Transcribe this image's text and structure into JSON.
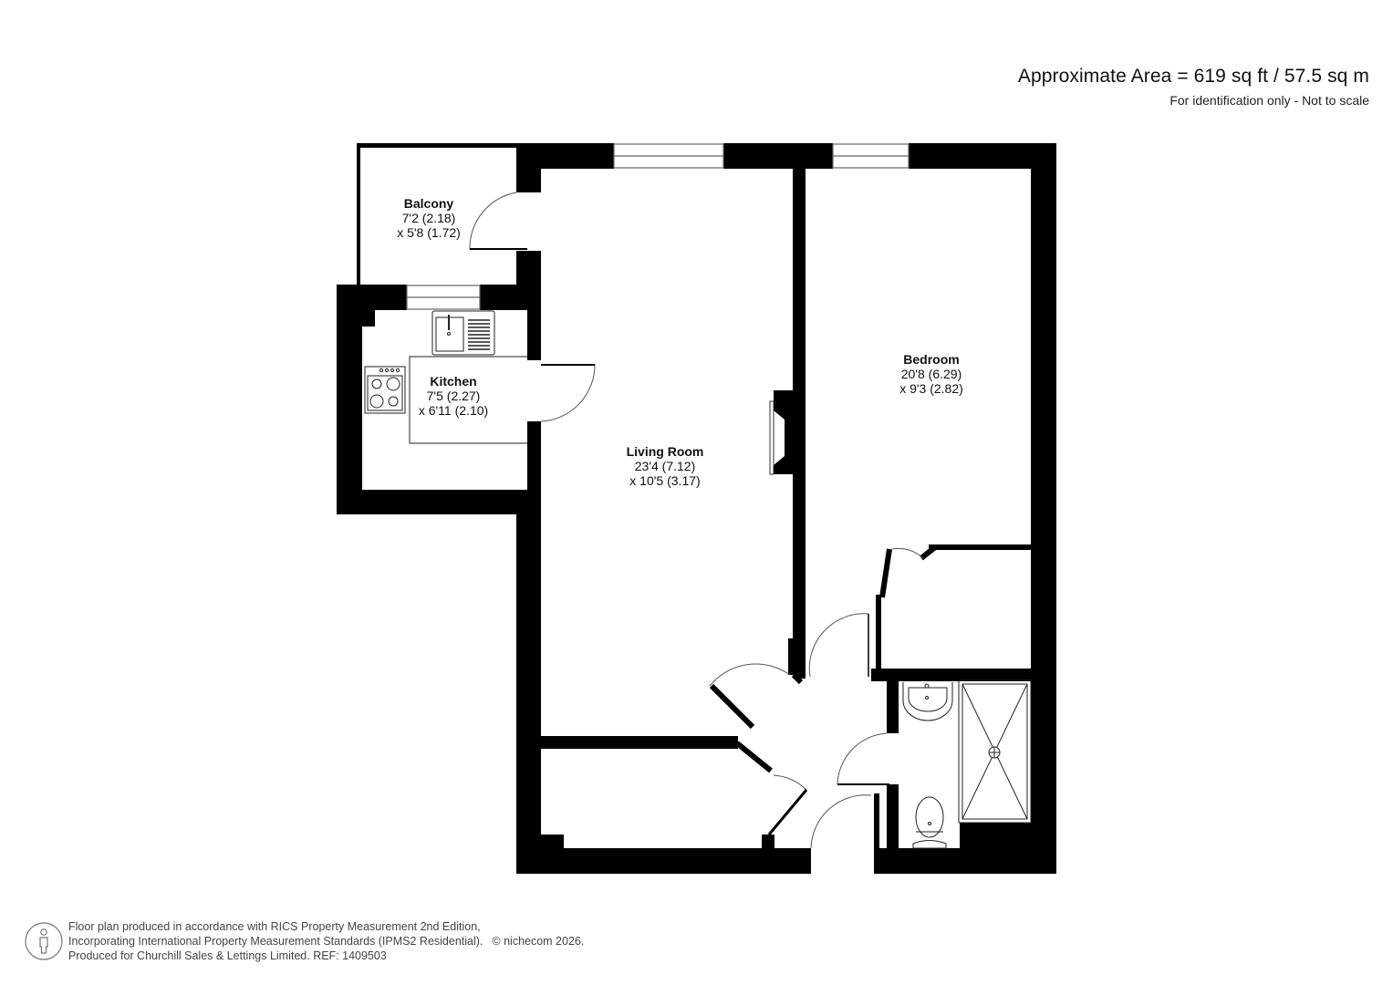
{
  "header": {
    "area": "Approximate Area = 619 sq ft / 57.5 sq m",
    "note": "For identification only - Not to scale"
  },
  "rooms": [
    {
      "name": "Balcony",
      "dim1": "7'2 (2.18)",
      "dim2": "x 5'8 (1.72)"
    },
    {
      "name": "Kitchen",
      "dim1": "7'5 (2.27)",
      "dim2": "x 6'11 (2.10)"
    },
    {
      "name": "Living Room",
      "dim1": "23'4 (7.12)",
      "dim2": "x 10'5 (3.17)"
    },
    {
      "name": "Bedroom",
      "dim1": "20'8 (6.29)",
      "dim2": "x 9'3 (2.82)"
    }
  ],
  "fixtures": [
    "sink-icon",
    "hob-icon",
    "basin-icon",
    "shower-tray-icon",
    "toilet-icon",
    "fireplace-icon"
  ],
  "footer": {
    "icon": "person-icon",
    "line1": "Floor plan produced in accordance with RICS Property Measurement 2nd Edition,",
    "line2": "Incorporating International Property Measurement Standards (IPMS2 Residential).",
    "copyright": "© nichecom 2026.",
    "line3": "Produced for Churchill Sales & Lettings Limited.   REF: 1409503"
  },
  "colors": {
    "wall": "#000000",
    "background": "#ffffff",
    "line": "#555555"
  }
}
